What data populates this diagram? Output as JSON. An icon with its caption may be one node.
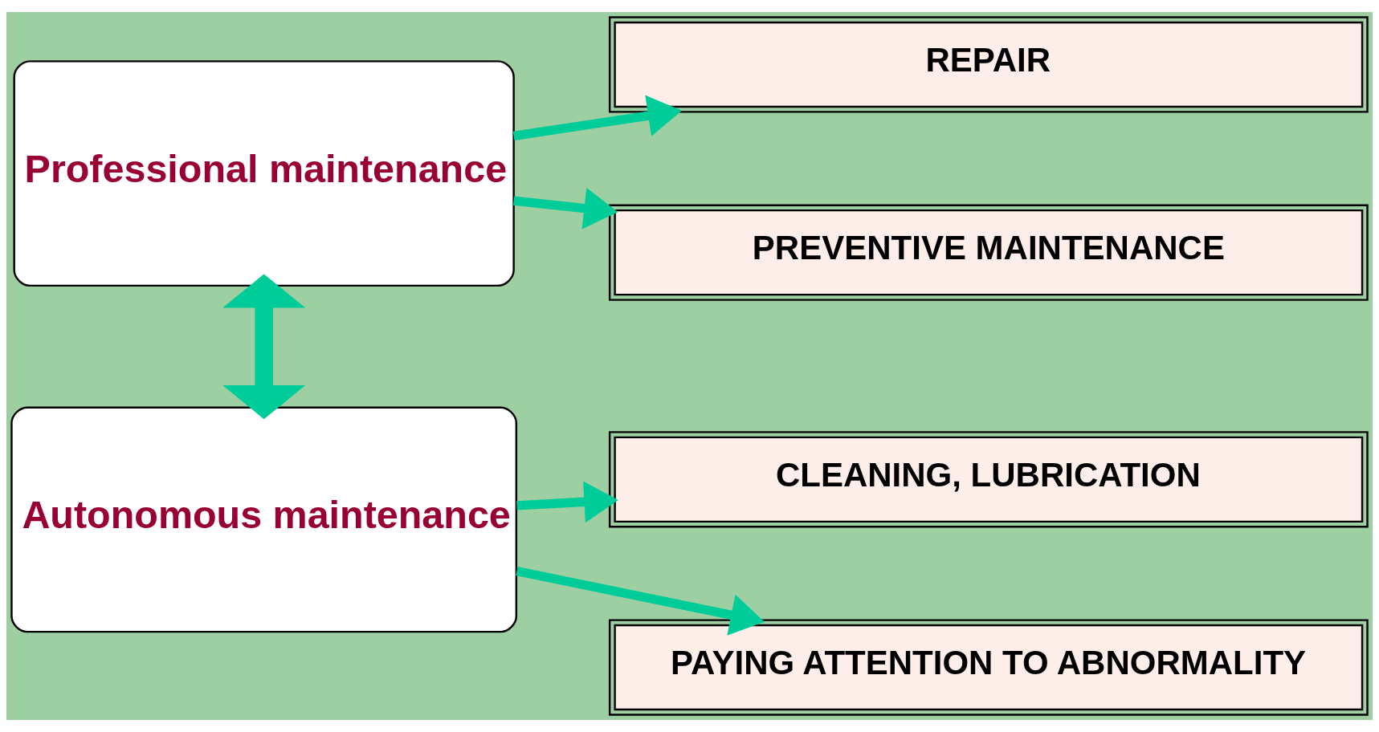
{
  "diagram": {
    "nodes": [
      {
        "text": [
          "Professional maintenance"
        ]
      },
      {
        "text": [
          "REPAIR"
        ]
      },
      {
        "text": [
          "PREVENTIVE MAINTENANCE"
        ]
      },
      {
        "text": [
          "Autonomous maintenance"
        ]
      },
      {
        "text": [
          "CLEANING, LUBRICATION"
        ]
      },
      {
        "text": [
          "PAYING ATTENTION TO ABNORMALITY"
        ]
      }
    ],
    "edges": [
      {
        "from": 0,
        "to": 1,
        "arrow": "to"
      },
      {
        "from": 0,
        "to": 2,
        "arrow": "to"
      },
      {
        "from": 0,
        "to": 3,
        "arrow": "both",
        "style": "thick"
      },
      {
        "from": 3,
        "to": 4,
        "arrow": "to"
      },
      {
        "from": 3,
        "to": 5,
        "arrow": "to"
      }
    ]
  }
}
